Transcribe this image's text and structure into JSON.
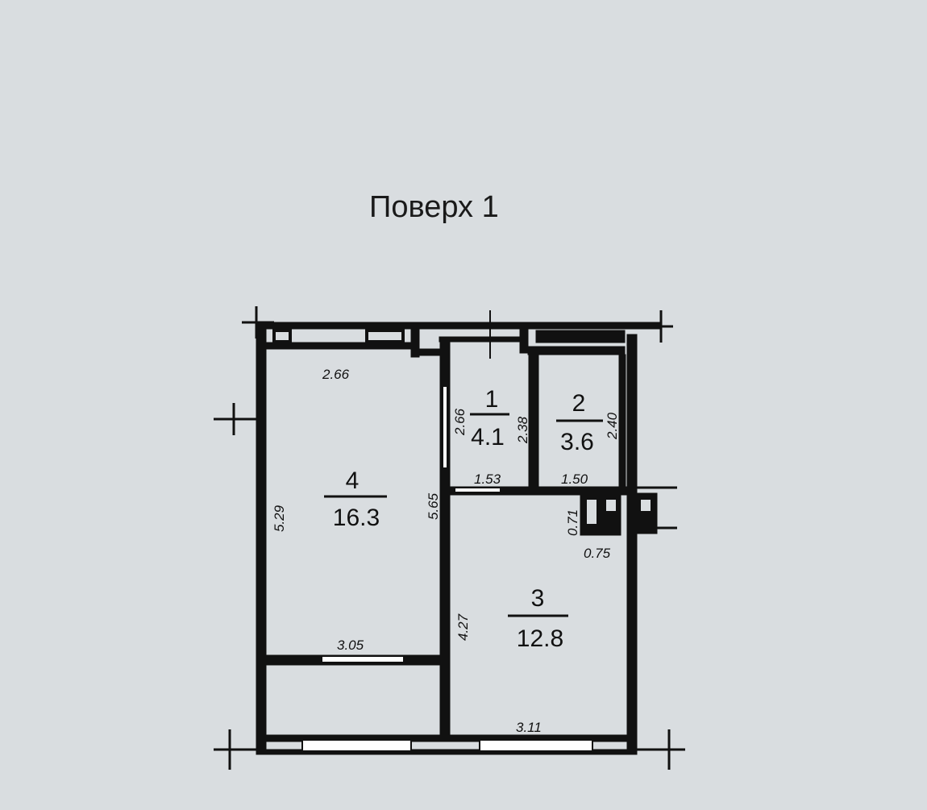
{
  "title": "Поверх 1",
  "rooms": [
    {
      "number": "1",
      "area": "4.1"
    },
    {
      "number": "2",
      "area": "3.6"
    },
    {
      "number": "3",
      "area": "12.8"
    },
    {
      "number": "4",
      "area": "16.3"
    }
  ],
  "dimensions": {
    "room4_top": "2.66",
    "room4_left": "5.29",
    "room4_right": "5.65",
    "room4_bottom": "3.05",
    "room1_left": "2.66",
    "room1_right": "2.38",
    "room1_bottom": "1.53",
    "room2_right": "2.40",
    "room2_bottom": "1.50",
    "duct_height": "0.71",
    "duct_width": "0.75",
    "room3_left": "4.27",
    "room3_bottom": "3.11"
  }
}
